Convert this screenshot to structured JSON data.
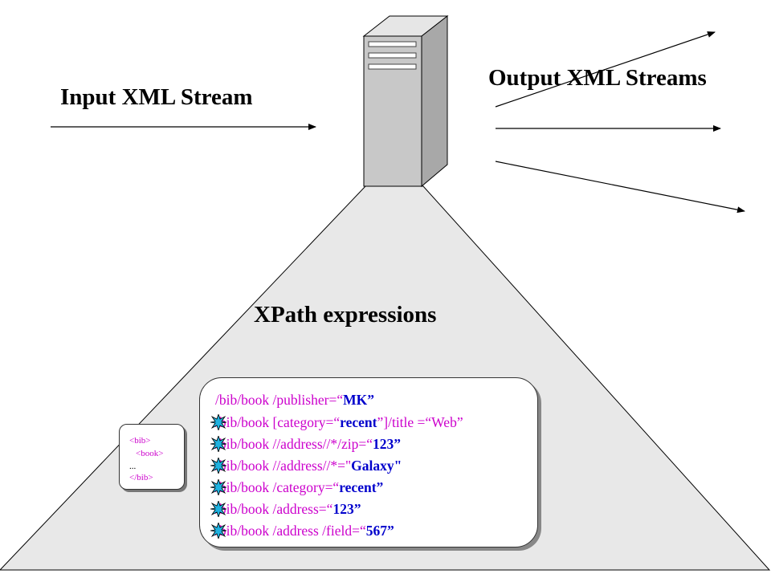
{
  "titles": {
    "input": "Input XML Stream",
    "output": "Output XML Streams",
    "xpath": "XPath expressions"
  },
  "colors": {
    "triangle_fill": "#e8e8e8",
    "server_body": "#c8c8c8",
    "server_side": "#a8a8a8",
    "path_text": "#cc00cc",
    "value_text": "#0000cc",
    "marker_fill": "#1fb2e0"
  },
  "xml_snippet": {
    "line1": "<bib>",
    "line2": "<book>",
    "line3": "...",
    "line4": "</bib>"
  },
  "queries": [
    {
      "path": "/bib/book /publisher=“",
      "value": "MK",
      "tail": "”",
      "marked": false
    },
    {
      "path": "/bib/book [category=“",
      "value": "recent",
      "tail": "”]/title  =“Web”",
      "marked": true
    },
    {
      "path": "/bib/book //address//*/zip=“",
      "value": "123",
      "tail": "”",
      "marked": true
    },
    {
      "path": "/bib/book //address//*=\"",
      "value": "Galaxy",
      "tail": "\"",
      "marked": true
    },
    {
      "path": "/bib/book /category=“",
      "value": "recent",
      "tail": "”",
      "marked": true
    },
    {
      "path": "/bib/book /address=“",
      "value": "123",
      "tail": "”",
      "marked": true
    },
    {
      "path": "/bib/book /address /field=“",
      "value": "567",
      "tail": "”",
      "marked": true
    }
  ]
}
